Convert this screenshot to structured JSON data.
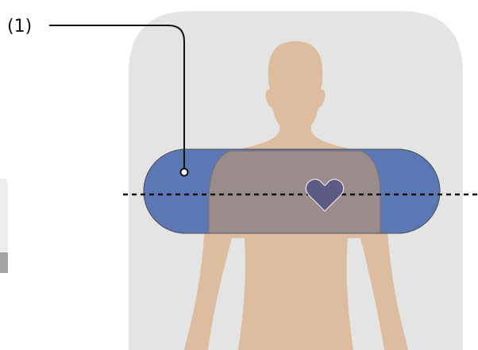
{
  "diagram": {
    "callout": {
      "label": "(1)"
    },
    "colors": {
      "background_panel": "#e4e4e4",
      "left_panel": "#ececec",
      "left_panel_base": "#a3a3a3",
      "skin": "#dcbda0",
      "belt_band": "#5c78b4",
      "belt_overlap": "#9b8c8c",
      "heart": "#5b5b84",
      "dashed_line": "#111111",
      "leader_line": "#111111"
    },
    "icons": {
      "heart": "heart-icon",
      "body": "torso-silhouette",
      "callout_point": "leader-dot"
    }
  }
}
